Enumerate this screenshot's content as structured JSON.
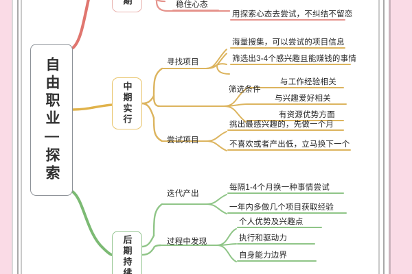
{
  "diagram": {
    "type": "mindmap",
    "title": "自由职业—探索",
    "colors": {
      "frame_pink": "#fadbe6",
      "root_border": "#8d9298",
      "branch_early": "#e0766f",
      "branch_mid": "#e0b24a",
      "branch_late": "#7cba74",
      "text": "#262626",
      "background": "#ffffff"
    },
    "root": {
      "label": "自由职业—探索"
    },
    "branches": [
      {
        "id": "early",
        "label": "前期",
        "color": "#e0766f",
        "children": [
          {
            "label": "稳住心态",
            "children": []
          },
          {
            "label": "用探索心态去尝试，不纠结不留恋",
            "children": []
          }
        ]
      },
      {
        "id": "mid",
        "label": "中期实行",
        "color": "#e0b24a",
        "children": [
          {
            "label": "寻找项目",
            "children": [
              {
                "label": "海量搜集，可以尝试的项目信息"
              },
              {
                "label": "筛选出3-4个感兴趣且能赚钱的事情"
              }
            ]
          },
          {
            "label": "筛选条件",
            "children": [
              {
                "label": "与工作经验相关"
              },
              {
                "label": "与兴趣爱好相关"
              },
              {
                "label": "有资源优势方面"
              }
            ]
          },
          {
            "label": "尝试项目",
            "children": [
              {
                "label": "挑出最感兴趣的，先做一个月"
              },
              {
                "label": "不喜欢或者产出低，立马换下一个"
              }
            ]
          }
        ]
      },
      {
        "id": "late",
        "label": "后期持续",
        "color": "#7cba74",
        "children": [
          {
            "label": "迭代产出",
            "children": [
              {
                "label": "每隔1-4个月换一种事情尝试"
              },
              {
                "label": "一年内多做几个项目获取经验"
              }
            ]
          },
          {
            "label": "过程中发现",
            "children": [
              {
                "label": "个人优势及兴趣点"
              },
              {
                "label": "执行和驱动力"
              },
              {
                "label": "自身能力边界"
              }
            ]
          }
        ]
      }
    ]
  }
}
